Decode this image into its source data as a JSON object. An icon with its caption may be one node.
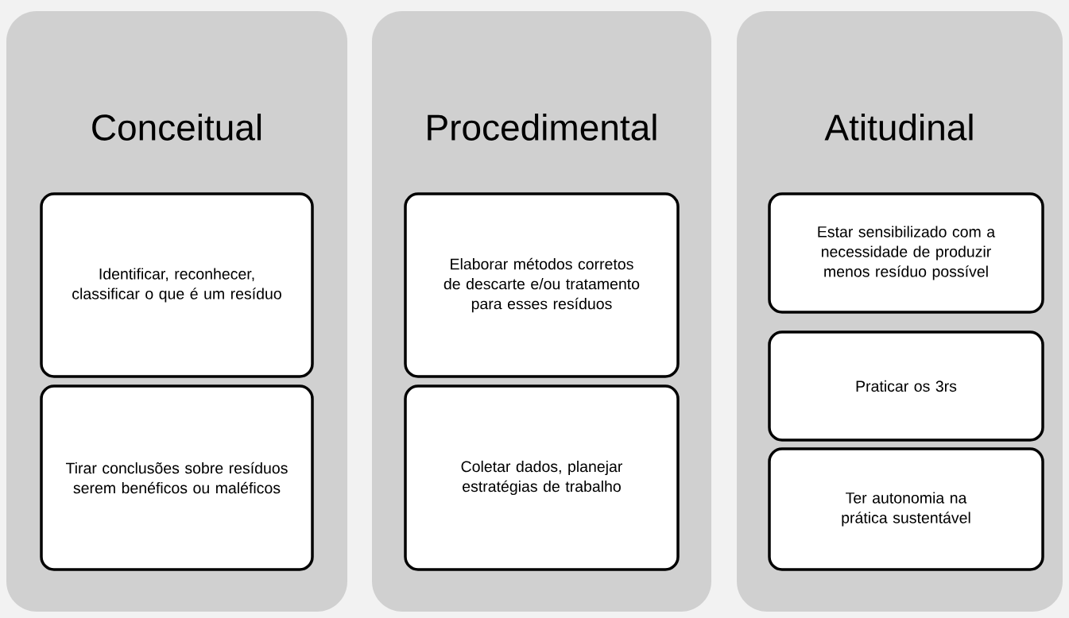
{
  "diagram": {
    "nodes": [
      {
        "text": [
          "Conceitual"
        ]
      },
      {
        "text": [
          "Identificar, reconhecer, classificar o que é um resíduo"
        ],
        "in": 0
      },
      {
        "text": [
          "Tirar conclusões sobre resíduos serem benéficos ou maléficos"
        ],
        "in": 0
      },
      {
        "text": [
          "Procedimental"
        ]
      },
      {
        "text": [
          "Elaborar métodos corretos de descarte e/ou tratamento para esses resíduos"
        ],
        "in": 3
      },
      {
        "text": [
          "Coletar dados, planejar estratégias de trabalho"
        ],
        "in": 3
      },
      {
        "text": [
          "Atitudinal"
        ]
      },
      {
        "text": [
          "Estar sensibilizado com a necessidade de produzir menos resíduo possível"
        ],
        "in": 6
      },
      {
        "text": [
          "Praticar os 3rs"
        ],
        "in": 6
      },
      {
        "text": [
          "Ter autonomia na prática sustentável"
        ],
        "in": 6
      }
    ]
  }
}
